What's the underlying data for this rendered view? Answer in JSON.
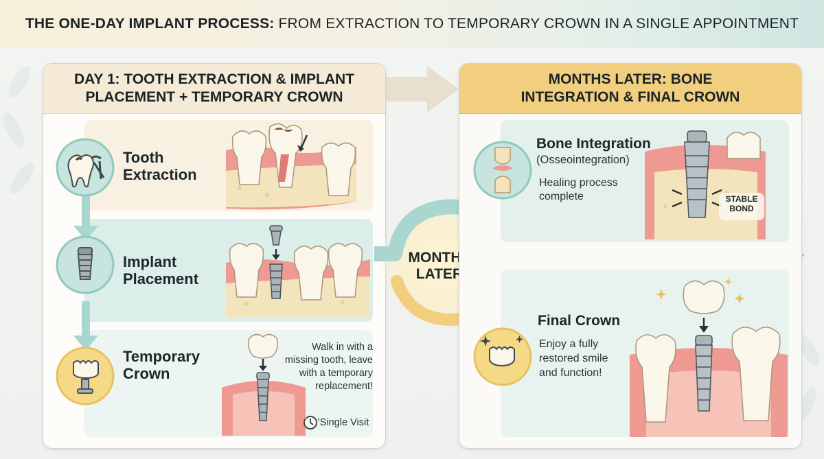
{
  "banner": {
    "title_bold": "THE ONE-DAY IMPLANT PROCESS:",
    "title_rest": " FROM EXTRACTION TO TEMPORARY CROWN IN A SINGLE APPOINTMENT"
  },
  "day1": {
    "heading_line1": "DAY 1: TOOTH EXTRACTION & IMPLANT",
    "heading_line2": "PLACEMENT + TEMPORARY CROWN",
    "steps": [
      {
        "title_line1": "Tooth",
        "title_line2": "Extraction"
      },
      {
        "title_line1": "Implant",
        "title_line2": "Placement"
      },
      {
        "title_line1": "Temporary",
        "title_line2": "Crown"
      }
    ],
    "note_lines": [
      "Walk in with a",
      "missing tooth, leave",
      "with a temporary",
      "replacement!"
    ],
    "single_visit": "'Single Visit"
  },
  "transition": {
    "line1": "MONTHS",
    "line2": "LATER"
  },
  "later": {
    "heading_line1": "MONTHS LATER: BONE",
    "heading_line2": "INTEGRATION & FINAL CROWN",
    "bone": {
      "title": "Bone Integration",
      "subtitle": "(Osseointegration)",
      "desc_line1": "Healing process",
      "desc_line2": "complete",
      "label_line1": "STABLE",
      "label_line2": "BOND"
    },
    "final": {
      "title": "Final Crown",
      "desc_lines": [
        "Enjoy a fully",
        "restored smile",
        "and function!"
      ]
    }
  },
  "colors": {
    "teal": "#8fc9bf",
    "teal_dark": "#5fa89c",
    "gold": "#f2cf7e",
    "gum": "#ee9a92",
    "bone": "#f3e4bd",
    "tooth": "#fbf6ea"
  }
}
